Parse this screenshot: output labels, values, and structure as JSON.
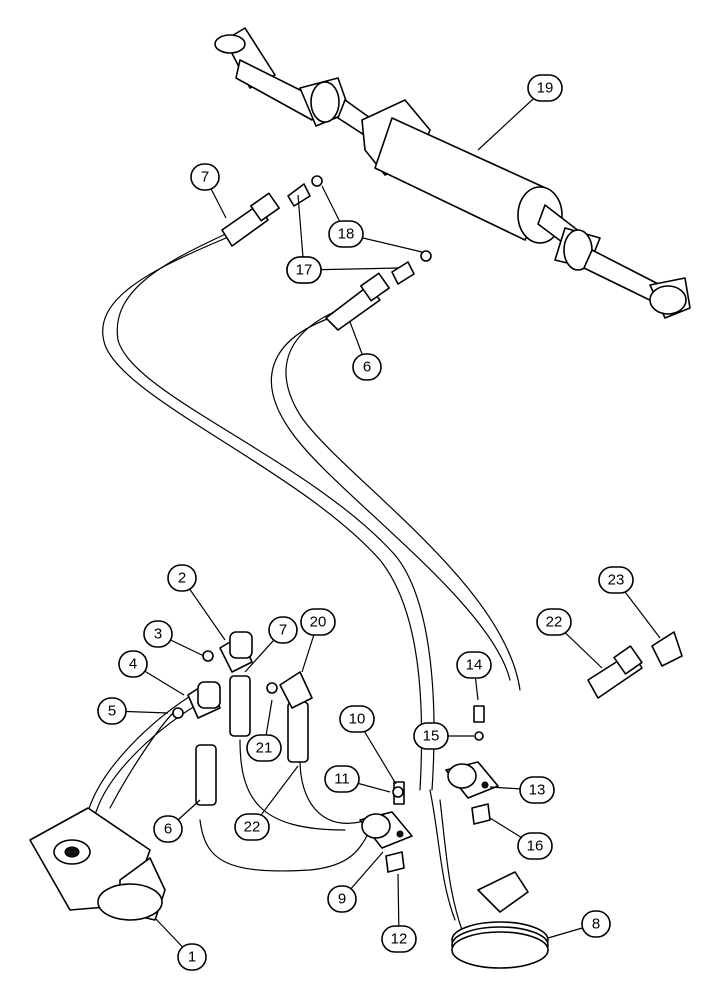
{
  "diagram": {
    "callouts": [
      {
        "id": "c1",
        "label": "1"
      },
      {
        "id": "c2",
        "label": "2"
      },
      {
        "id": "c3",
        "label": "3"
      },
      {
        "id": "c4",
        "label": "4"
      },
      {
        "id": "c5",
        "label": "5"
      },
      {
        "id": "c6a",
        "label": "6"
      },
      {
        "id": "c6b",
        "label": "6"
      },
      {
        "id": "c7a",
        "label": "7"
      },
      {
        "id": "c7b",
        "label": "7"
      },
      {
        "id": "c8",
        "label": "8"
      },
      {
        "id": "c9",
        "label": "9"
      },
      {
        "id": "c10",
        "label": "10"
      },
      {
        "id": "c11",
        "label": "11"
      },
      {
        "id": "c12",
        "label": "12"
      },
      {
        "id": "c13",
        "label": "13"
      },
      {
        "id": "c14",
        "label": "14"
      },
      {
        "id": "c15",
        "label": "15"
      },
      {
        "id": "c16",
        "label": "16"
      },
      {
        "id": "c17a",
        "label": "17"
      },
      {
        "id": "c17b",
        "label": "17"
      },
      {
        "id": "c18",
        "label": "18"
      },
      {
        "id": "c19",
        "label": "19"
      },
      {
        "id": "c20",
        "label": "20"
      },
      {
        "id": "c21",
        "label": "21"
      },
      {
        "id": "c22a",
        "label": "22"
      },
      {
        "id": "c22b",
        "label": "22"
      },
      {
        "id": "c23",
        "label": "23"
      }
    ]
  }
}
